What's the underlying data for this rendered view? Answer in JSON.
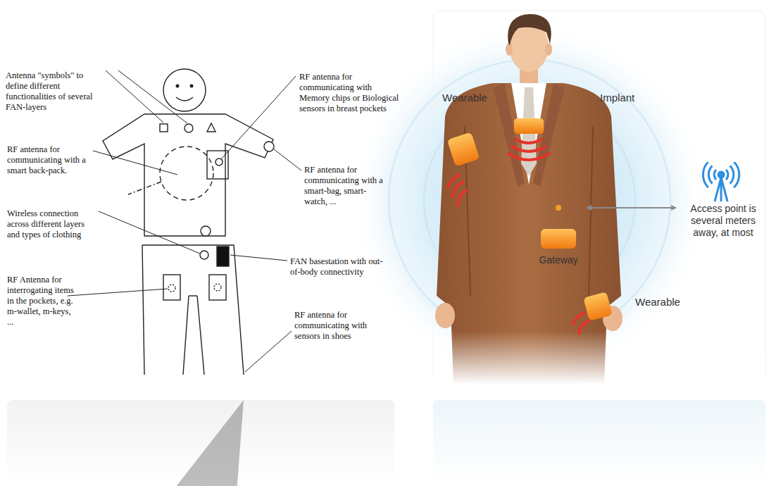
{
  "diagram": {
    "nodes": [
      {
        "text": [
          "Gateway"
        ]
      },
      {
        "text": [
          "Access point is several meters away, at most"
        ]
      }
    ],
    "edges": [
      {
        "from": 0,
        "to": 1,
        "arrow": "both"
      }
    ],
    "labels": [
      "Antenna \"symbols\" to define different functionalities of several FAN-layers",
      "RF antenna for communicating with a smart back-pack.",
      "Wireless connection across different layers and types of clothing",
      "RF Antenna for interrogating items in the pockets, e.g. m-wallet, m-keys, ...",
      "RF antenna for communicating with Memory chips or Biological sensors in breast pockets",
      "RF antenna for communicating with a smart-bag, smart-watch, ...",
      "FAN basestation with out-of-body connectivity",
      "RF antenna for communicating with sensors in shoes",
      "Wearable",
      "Implant",
      "Wearable"
    ]
  }
}
